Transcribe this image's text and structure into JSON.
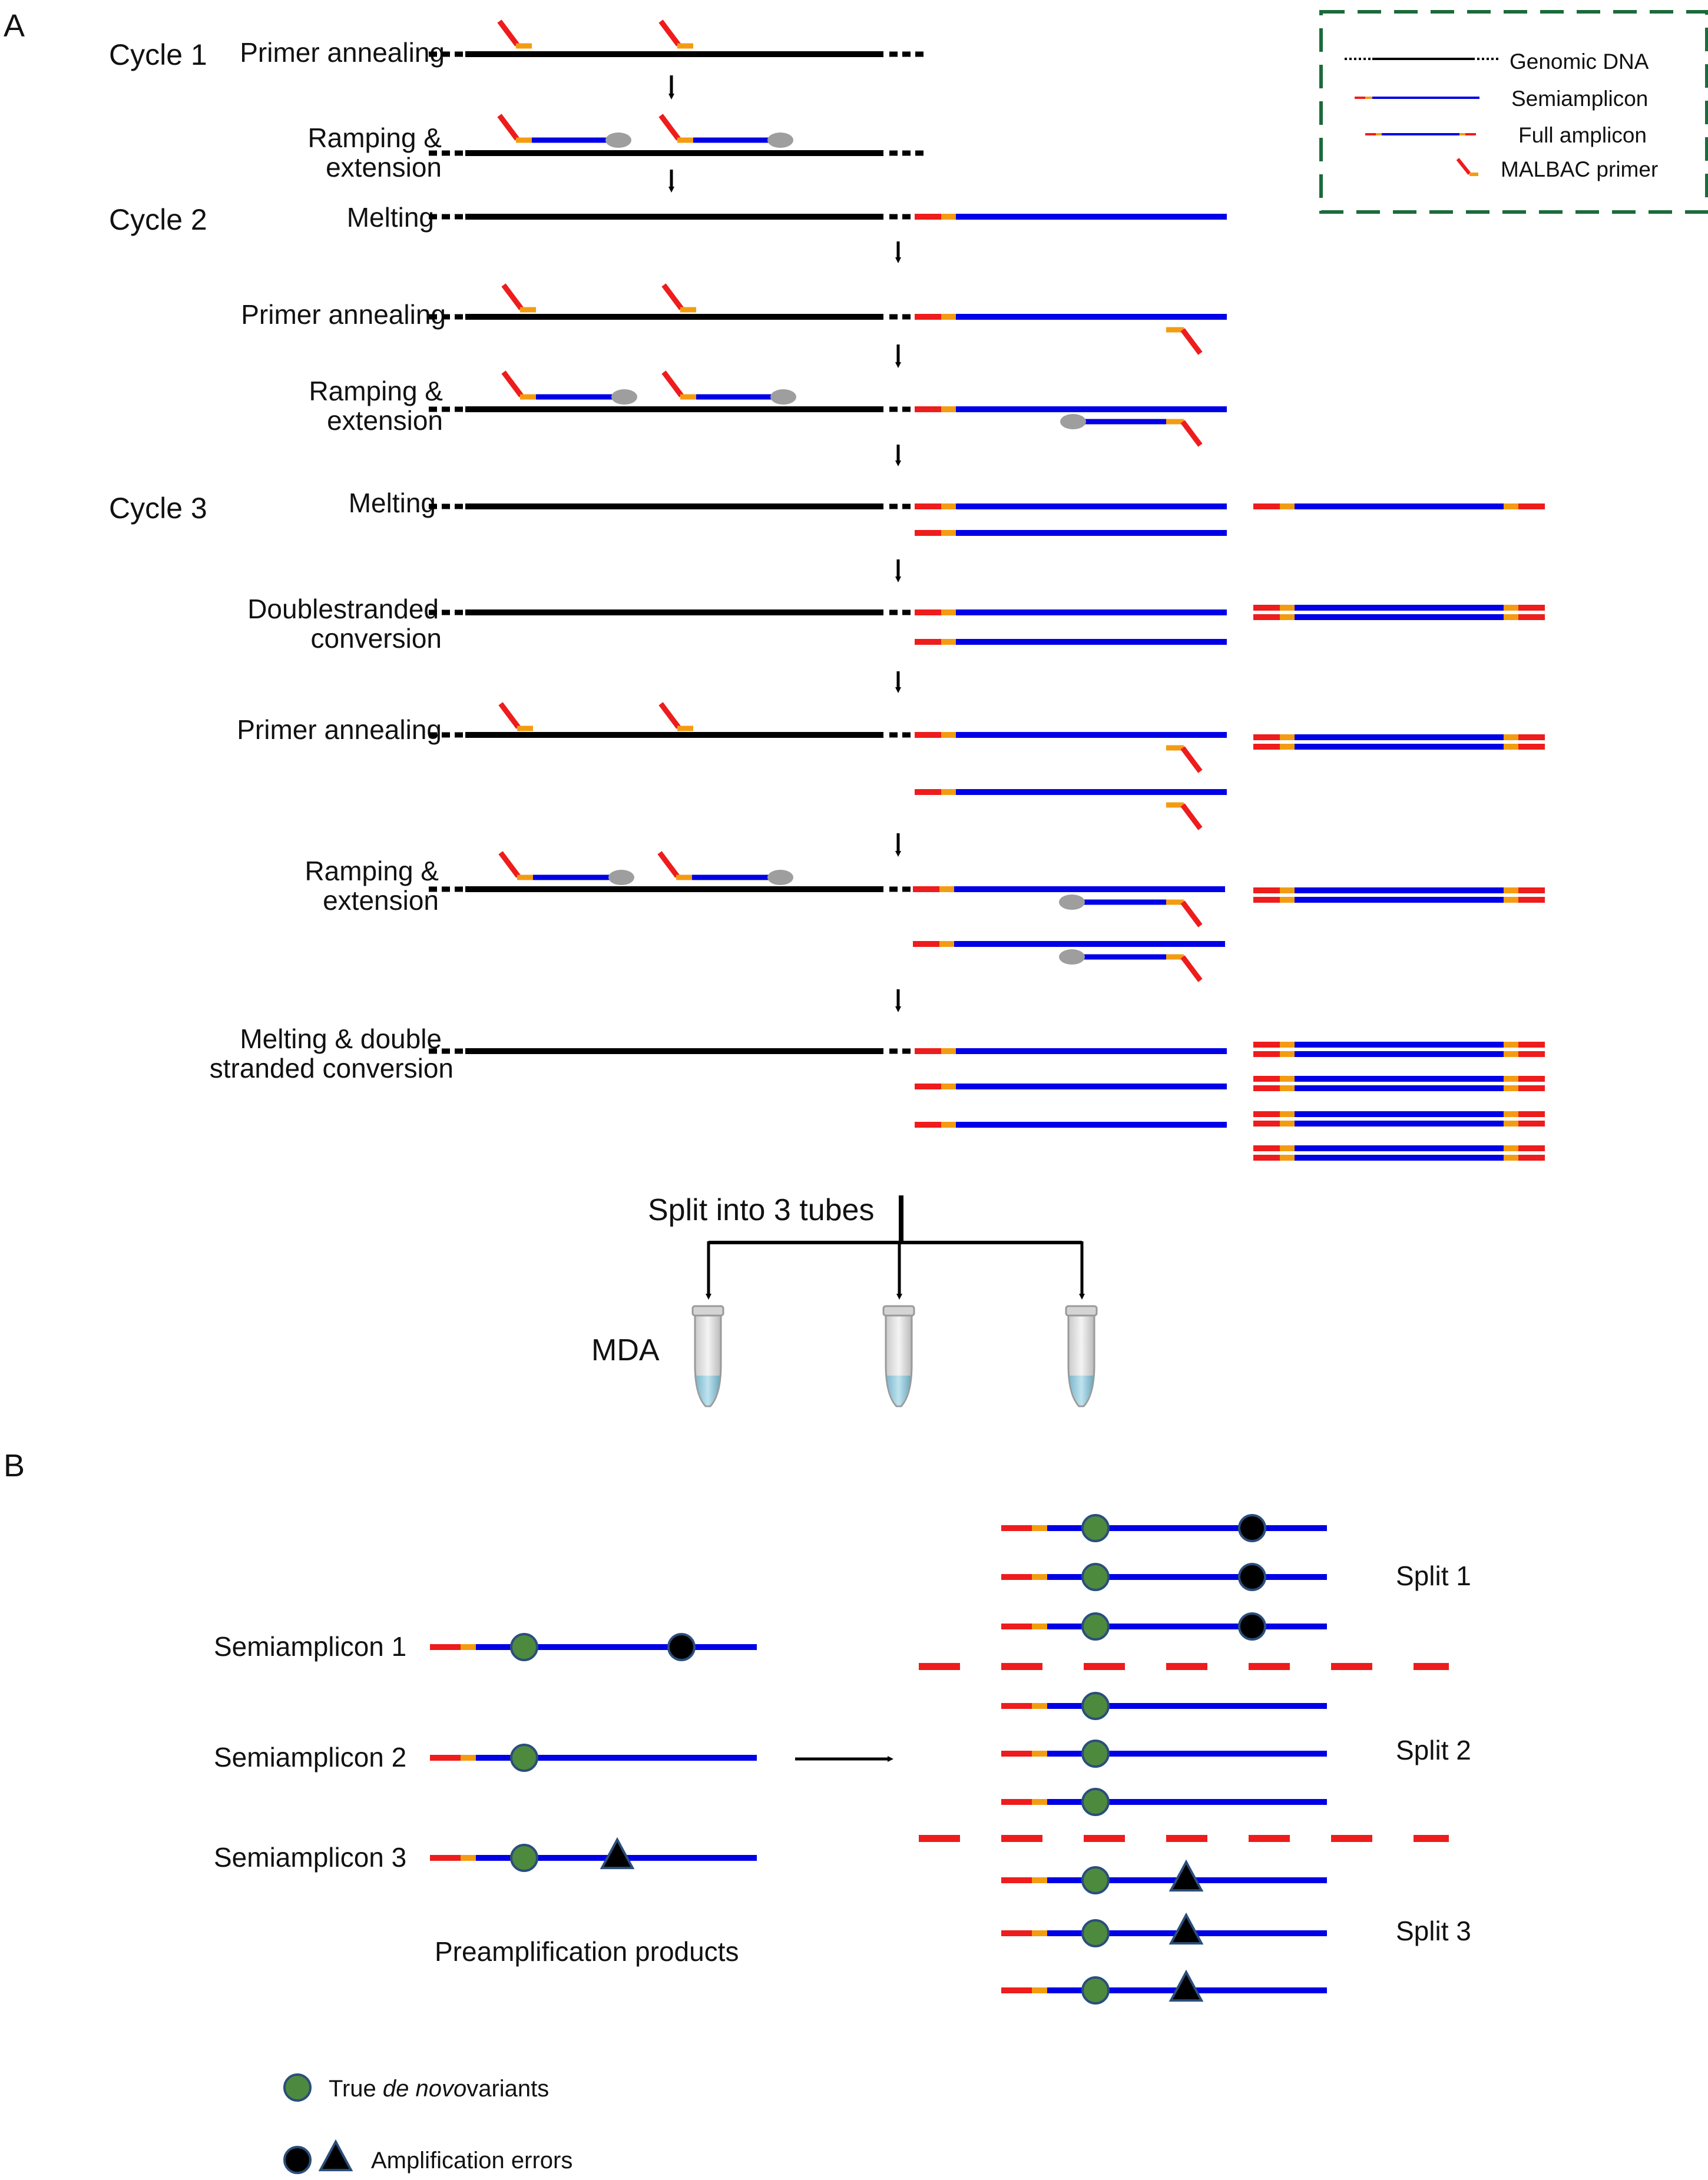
{
  "panel_labels": {
    "a": "A",
    "b": "B"
  },
  "cycles": {
    "cycle1": "Cycle 1",
    "cycle2": "Cycle 2",
    "cycle3": "Cycle 3"
  },
  "steps": {
    "c1_anneal": "Primer annealing",
    "c1_ramp_1": "Ramping &",
    "c1_ramp_2": "extension",
    "c2_melt": "Melting",
    "c2_anneal": "Primer annealing",
    "c2_ramp_1": "Ramping &",
    "c2_ramp_2": "extension",
    "c3_melt": "Melting",
    "c3_ds_1": "Doublestranded",
    "c3_ds_2": "conversion",
    "c3_anneal": "Primer annealing",
    "c3_ramp_1": "Ramping &",
    "c3_ramp_2": "extension",
    "c3_final_1": "Melting & double",
    "c3_final_2": "stranded conversion"
  },
  "legend": {
    "genomic": "Genomic DNA",
    "semi": "Semiamplicon",
    "full": "Full amplicon",
    "primer": "MALBAC primer"
  },
  "split": {
    "title": "Split into 3 tubes",
    "mda": "MDA"
  },
  "panel_b": {
    "semi1": "Semiamplicon 1",
    "semi2": "Semiamplicon 2",
    "semi3": "Semiamplicon 3",
    "preamp": "Preamplification products",
    "split1": "Split 1",
    "split2": "Split 2",
    "split3": "Split 3",
    "legend_true_prefix": "True ",
    "legend_true_italic": "de novo",
    "legend_true_suffix": "variants",
    "legend_errors": "Amplification errors"
  },
  "colors": {
    "genomic": "#000000",
    "strand": "#0000e6",
    "primer": "#ee1c1c",
    "primer_tail": "#f39c12",
    "polymerase": "#9e9e9e",
    "legend_border": "#1b6b3a",
    "variant": "#4e8a3e",
    "error": "#000000"
  }
}
